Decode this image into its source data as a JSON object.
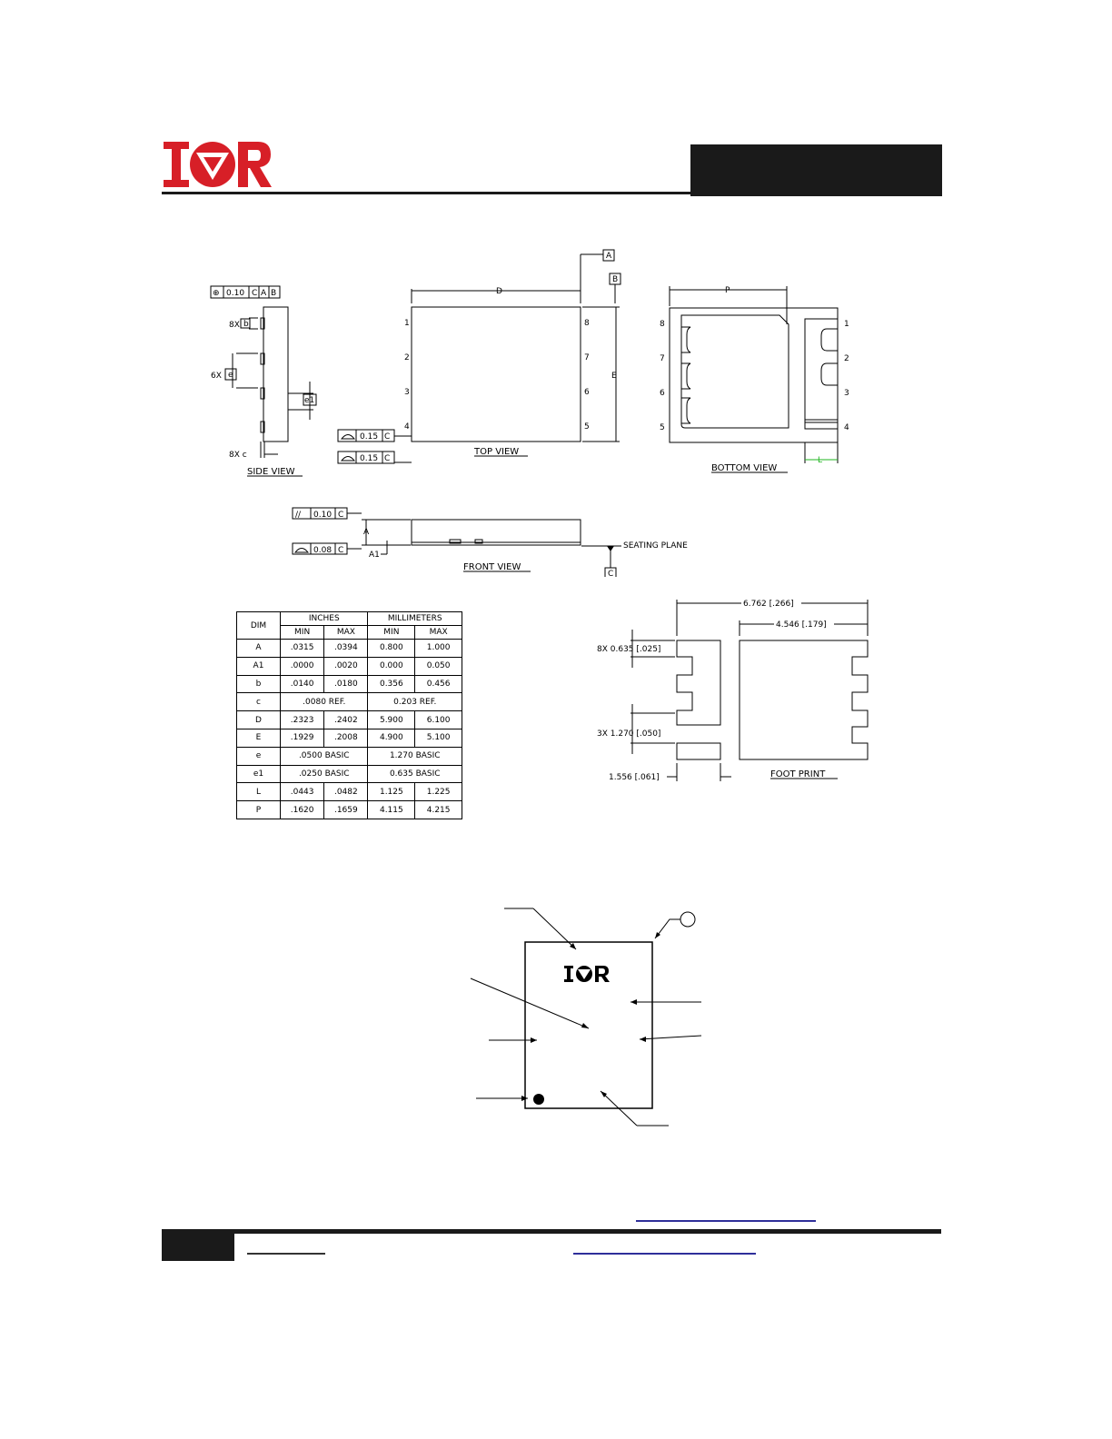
{
  "logo": {
    "text": "IR"
  },
  "drawing": {
    "side_view": {
      "title": "SIDE VIEW",
      "fcf": {
        "symbol": "⊕",
        "tolerance": "0.10",
        "datums": [
          "C",
          "A",
          "B"
        ]
      },
      "labels": {
        "b_count": "8X",
        "b": "b",
        "e_count": "6X",
        "e": "e",
        "e1": "e1",
        "c_count": "8X c"
      }
    },
    "top_view": {
      "title": "TOP VIEW",
      "dim_d": "D",
      "dim_e": "E",
      "datum_a": "A",
      "datum_b": "B",
      "pins_left": [
        "1",
        "2",
        "3",
        "4"
      ],
      "pins_right": [
        "8",
        "7",
        "6",
        "5"
      ],
      "fcf1": {
        "tolerance": "0.15",
        "datum": "C"
      },
      "fcf2": {
        "tolerance": "0.15",
        "datum": "C"
      }
    },
    "bottom_view": {
      "title": "BOTTOM VIEW",
      "dim_p": "P",
      "dim_l": "L",
      "pins_left": [
        "8",
        "7",
        "6",
        "5"
      ],
      "pins_right": [
        "1",
        "2",
        "3",
        "4"
      ]
    },
    "front_view": {
      "title": "FRONT VIEW",
      "fcf_parallel": {
        "symbol": "//",
        "tolerance": "0.10",
        "datum": "C"
      },
      "fcf_flat": {
        "tolerance": "0.08",
        "datum": "C"
      },
      "dim_a": "A",
      "dim_a1": "A1",
      "seating_plane": "SEATING PLANE",
      "datum_c": "C"
    },
    "footprint": {
      "title": "FOOT PRINT",
      "overall": "6.762 [.266]",
      "pad_span": "4.546 [.179]",
      "pad_width": "8X 0.635 [.025]",
      "pitch": "3X 1.270 [.050]",
      "pad_len": "1.556 [.061]"
    }
  },
  "dim_table": {
    "header": {
      "dim": "DIM",
      "inches": "INCHES",
      "millimeters": "MILLIMETERS",
      "min": "MIN",
      "max": "MAX"
    },
    "rows": [
      {
        "dim": "A",
        "in_min": ".0315",
        "in_max": ".0394",
        "mm_min": "0.800",
        "mm_max": "1.000"
      },
      {
        "dim": "A1",
        "in_min": ".0000",
        "in_max": ".0020",
        "mm_min": "0.000",
        "mm_max": "0.050"
      },
      {
        "dim": "b",
        "in_min": ".0140",
        "in_max": ".0180",
        "mm_min": "0.356",
        "mm_max": "0.456"
      },
      {
        "dim": "c",
        "in_span": ".0080  REF.",
        "mm_span": "0.203  REF."
      },
      {
        "dim": "D",
        "in_min": ".2323",
        "in_max": ".2402",
        "mm_min": "5.900",
        "mm_max": "6.100"
      },
      {
        "dim": "E",
        "in_min": ".1929",
        "in_max": ".2008",
        "mm_min": "4.900",
        "mm_max": "5.100"
      },
      {
        "dim": "e",
        "in_span": ".0500  BASIC",
        "mm_span": "1.270  BASIC"
      },
      {
        "dim": "e1",
        "in_span": ".0250  BASIC",
        "mm_span": "0.635  BASIC"
      },
      {
        "dim": "L",
        "in_min": ".0443",
        "in_max": ".0482",
        "mm_min": "1.125",
        "mm_max": "1.225"
      },
      {
        "dim": "P",
        "in_min": ".1620",
        "in_max": ".1659",
        "mm_min": "4.115",
        "mm_max": "4.215"
      }
    ]
  },
  "marking": {
    "logo_text": "IR"
  },
  "colors": {
    "brand_red": "#d71f27",
    "dark": "#1a1a1a",
    "link_blue": "#2f2f9a",
    "green_dim": "#1fb51f"
  }
}
